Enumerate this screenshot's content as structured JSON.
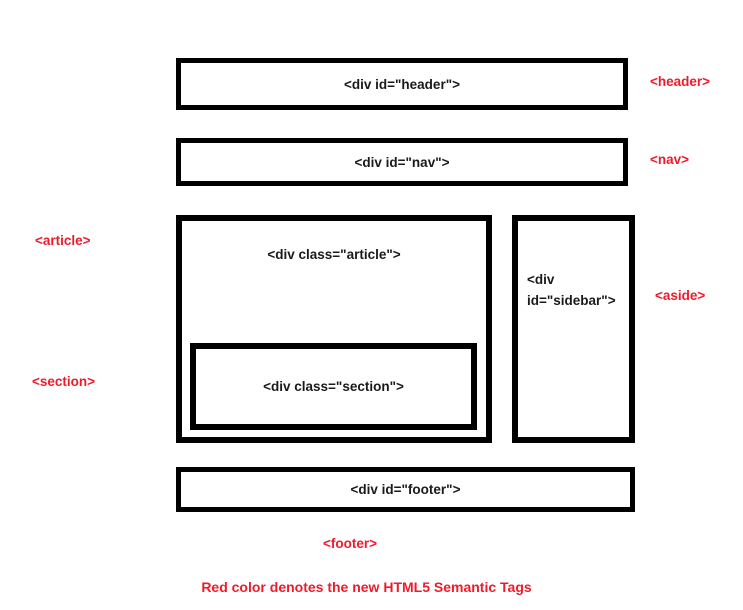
{
  "diagram": {
    "note": "Red color denotes the new HTML5 Semantic Tags",
    "colors": {
      "semantic_tag_red": "#ED1C2B",
      "box_border_black": "#000000",
      "code_text": "#1A1A1A",
      "background": "#FFFFFF"
    },
    "boxes": {
      "header": {
        "code": "<div id=\"header\">",
        "semantic_tag": "<header>"
      },
      "nav": {
        "code": "<div id=\"nav\">",
        "semantic_tag": "<nav>"
      },
      "article": {
        "code": "<div class=\"article\">",
        "semantic_tag": "<article>"
      },
      "section": {
        "code": "<div class=\"section\">",
        "semantic_tag": "<section>"
      },
      "sidebar": {
        "code_line1": "<div",
        "code_line2": "id=\"sidebar\">",
        "semantic_tag": "<aside>"
      },
      "footer": {
        "code": "<div id=\"footer\">",
        "semantic_tag": "<footer>"
      }
    }
  }
}
